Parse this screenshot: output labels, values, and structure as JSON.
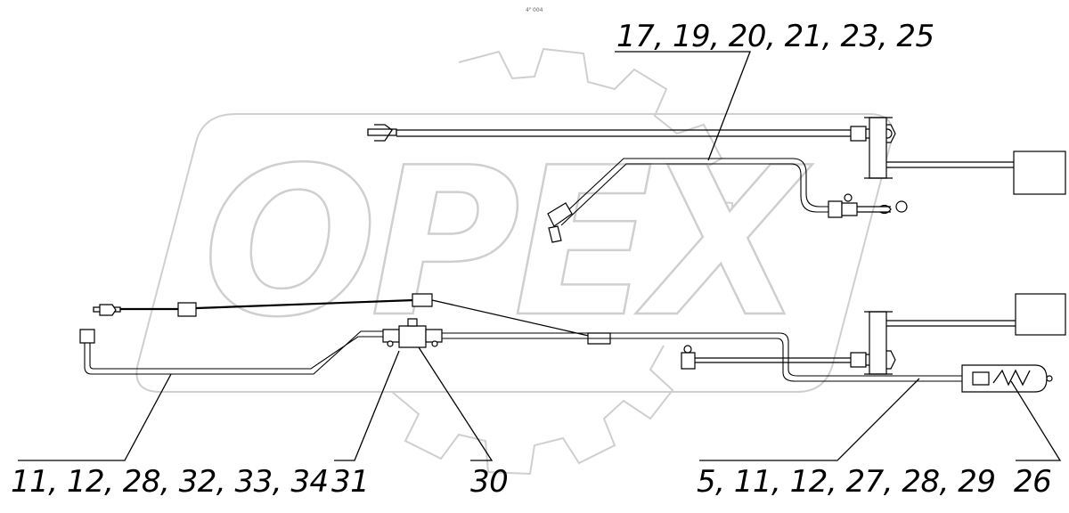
{
  "watermark": {
    "text": "OPEX"
  },
  "header": {
    "small_label": "4ᴾ 004"
  },
  "callouts": {
    "top": "17, 19, 20, 21, 23, 25",
    "left_bottom": "11, 12, 28, 32, 33, 34",
    "c31": "31",
    "c30": "30",
    "right_bottom": "5, 11, 12, 27, 28, 29",
    "c26": "26"
  },
  "colors": {
    "line": "#000000",
    "watermark": "#cfcfcf",
    "background": "#ffffff"
  }
}
